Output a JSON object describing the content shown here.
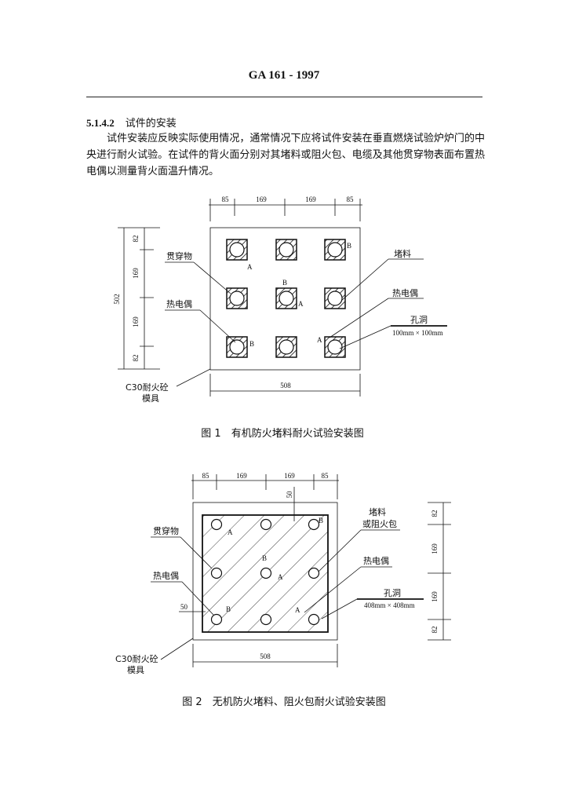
{
  "header": {
    "code": "GA 161 - 1997"
  },
  "section": {
    "number": "5.1.4.2",
    "title": "试件的安装",
    "body": "试件安装应反映实际使用情况，通常情况下应将试件安装在垂直燃烧试验炉炉门的中央进行耐火试验。在试件的背火面分别对其堵料或阻火包、电缆及其他贯穿物表面布置热电偶以测量背火面温升情况。"
  },
  "figure1": {
    "caption": "图 1　有机防火堵料耐火试验安装图",
    "top_dims": [
      "85",
      "169",
      "169",
      "85"
    ],
    "left_dims": [
      "82",
      "169",
      "169",
      "82"
    ],
    "left_total": "502",
    "bottom_total": "508",
    "labels": {
      "penetrant": "贯穿物",
      "thermocouple_left": "热电偶",
      "sealant": "堵料",
      "thermocouple_right": "热电偶",
      "hole": "孔洞",
      "hole_size": "100mm × 100mm",
      "mold_line1": "C30耐火砼",
      "mold_line2": "模具"
    },
    "markers": {
      "a": "A",
      "b": "B"
    }
  },
  "figure2": {
    "caption": "图 2　无机防火堵料、阻火包耐火试验安装图",
    "top_dims": [
      "85",
      "169",
      "169",
      "85"
    ],
    "right_dims": [
      "82",
      "169",
      "169",
      "82"
    ],
    "inner_top": "50",
    "inner_left": "50",
    "bottom_total": "508",
    "labels": {
      "penetrant": "贯穿物",
      "thermocouple_left": "热电偶",
      "sealant_line1": "堵料",
      "sealant_line2": "或阻火包",
      "thermocouple_right": "热电偶",
      "hole": "孔洞",
      "hole_size": "408mm × 408mm",
      "mold_line1": "C30耐火砼",
      "mold_line2": "模具"
    },
    "markers": {
      "a": "A",
      "b": "B"
    }
  }
}
